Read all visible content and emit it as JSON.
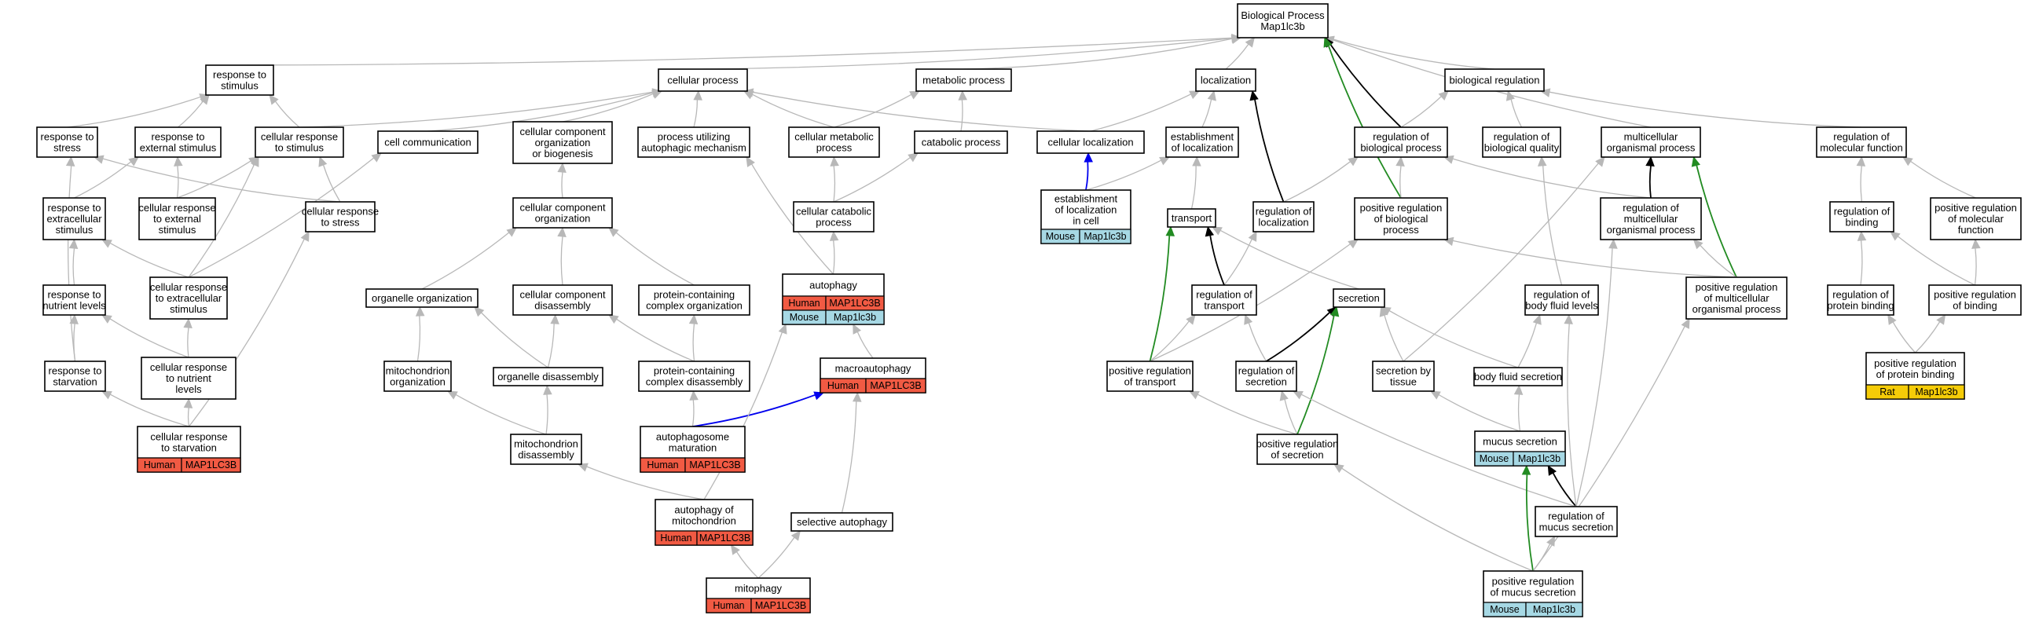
{
  "colors": {
    "edge_default": "#b8b8b8",
    "edge_black": "#000000",
    "edge_green": "#228b22",
    "edge_blue": "#0000ee",
    "human": "#f15a43",
    "mouse": "#a6d8e4",
    "rat": "#f5cc08"
  },
  "nodes": [
    {
      "id": "bp",
      "lines": [
        "Biological Process",
        "Map1lc3b"
      ]
    },
    {
      "id": "rstim",
      "lines": [
        "response to",
        "stimulus"
      ]
    },
    {
      "id": "cproc",
      "lines": [
        "cellular process"
      ]
    },
    {
      "id": "metab",
      "lines": [
        "metabolic process"
      ]
    },
    {
      "id": "loc",
      "lines": [
        "localization"
      ]
    },
    {
      "id": "breg",
      "lines": [
        "biological regulation"
      ]
    },
    {
      "id": "rstress",
      "lines": [
        "response to",
        "stress"
      ]
    },
    {
      "id": "rext",
      "lines": [
        "response to",
        "external stimulus"
      ]
    },
    {
      "id": "crstim",
      "lines": [
        "cellular response",
        "to stimulus"
      ]
    },
    {
      "id": "ccomm",
      "lines": [
        "cell communication"
      ]
    },
    {
      "id": "ccob",
      "lines": [
        "cellular component",
        "organization",
        "or biogenesis"
      ]
    },
    {
      "id": "puam",
      "lines": [
        "process utilizing",
        "autophagic mechanism"
      ]
    },
    {
      "id": "cmetab",
      "lines": [
        "cellular metabolic",
        "process"
      ]
    },
    {
      "id": "catab",
      "lines": [
        "catabolic process"
      ]
    },
    {
      "id": "cloc",
      "lines": [
        "cellular localization"
      ]
    },
    {
      "id": "eloc",
      "lines": [
        "establishment",
        "of localization"
      ]
    },
    {
      "id": "rbp",
      "lines": [
        "regulation of",
        "biological process"
      ]
    },
    {
      "id": "rbq",
      "lines": [
        "regulation of",
        "biological quality"
      ]
    },
    {
      "id": "mop",
      "lines": [
        "multicellular",
        "organismal process"
      ]
    },
    {
      "id": "rmf",
      "lines": [
        "regulation of",
        "molecular function"
      ]
    },
    {
      "id": "rextra",
      "lines": [
        "response to",
        "extracellular",
        "stimulus"
      ]
    },
    {
      "id": "crext",
      "lines": [
        "cellular response",
        "to external",
        "stimulus"
      ]
    },
    {
      "id": "crstress",
      "lines": [
        "cellular response",
        "to stress"
      ]
    },
    {
      "id": "cco",
      "lines": [
        "cellular component",
        "organization"
      ]
    },
    {
      "id": "ccatab",
      "lines": [
        "cellular catabolic",
        "process"
      ]
    },
    {
      "id": "elocc",
      "lines": [
        "establishment",
        "of localization",
        "in cell"
      ],
      "ann": [
        {
          "sp": "Mouse",
          "g": "Map1lc3b"
        }
      ]
    },
    {
      "id": "transport",
      "lines": [
        "transport"
      ]
    },
    {
      "id": "rloc",
      "lines": [
        "regulation of",
        "localization"
      ]
    },
    {
      "id": "prbp",
      "lines": [
        "positive regulation",
        "of biological",
        "process"
      ]
    },
    {
      "id": "rmop",
      "lines": [
        "regulation of",
        "multicellular",
        "organismal process"
      ]
    },
    {
      "id": "rbind",
      "lines": [
        "regulation of",
        "binding"
      ]
    },
    {
      "id": "prmf",
      "lines": [
        "positive regulation",
        "of molecular",
        "function"
      ]
    },
    {
      "id": "rnut",
      "lines": [
        "response to",
        "nutrient levels"
      ]
    },
    {
      "id": "crextra",
      "lines": [
        "cellular response",
        "to extracellular",
        "stimulus"
      ]
    },
    {
      "id": "oorg",
      "lines": [
        "organelle organization"
      ]
    },
    {
      "id": "ccdis",
      "lines": [
        "cellular component",
        "disassembly"
      ]
    },
    {
      "id": "pcco",
      "lines": [
        "protein-containing",
        "complex organization"
      ]
    },
    {
      "id": "autoph",
      "lines": [
        "autophagy"
      ],
      "ann": [
        {
          "sp": "Human",
          "g": "MAP1LC3B"
        },
        {
          "sp": "Mouse",
          "g": "Map1lc3b"
        }
      ]
    },
    {
      "id": "rtrans",
      "lines": [
        "regulation of",
        "transport"
      ]
    },
    {
      "id": "secr",
      "lines": [
        "secretion"
      ]
    },
    {
      "id": "rbfl",
      "lines": [
        "regulation of",
        "body fluid levels"
      ]
    },
    {
      "id": "prmop",
      "lines": [
        "positive regulation",
        "of multicellular",
        "organismal process"
      ]
    },
    {
      "id": "rpb",
      "lines": [
        "regulation of",
        "protein binding"
      ]
    },
    {
      "id": "prbind",
      "lines": [
        "positive regulation",
        "of binding"
      ]
    },
    {
      "id": "rstarv",
      "lines": [
        "response to",
        "starvation"
      ]
    },
    {
      "id": "crnut",
      "lines": [
        "cellular response",
        "to nutrient",
        "levels"
      ]
    },
    {
      "id": "morg",
      "lines": [
        "mitochondrion",
        "organization"
      ]
    },
    {
      "id": "odis",
      "lines": [
        "organelle disassembly"
      ]
    },
    {
      "id": "pcdis",
      "lines": [
        "protein-containing",
        "complex disassembly"
      ]
    },
    {
      "id": "macro",
      "lines": [
        "macroautophagy"
      ],
      "ann": [
        {
          "sp": "Human",
          "g": "MAP1LC3B"
        }
      ]
    },
    {
      "id": "prtrans",
      "lines": [
        "positive regulation",
        "of transport"
      ]
    },
    {
      "id": "rsecr",
      "lines": [
        "regulation of",
        "secretion"
      ]
    },
    {
      "id": "sbt",
      "lines": [
        "secretion by",
        "tissue"
      ]
    },
    {
      "id": "bfs",
      "lines": [
        "body fluid secretion"
      ]
    },
    {
      "id": "prpb",
      "lines": [
        "positive regulation",
        "of protein binding"
      ],
      "ann": [
        {
          "sp": "Rat",
          "g": "Map1lc3b"
        }
      ]
    },
    {
      "id": "crstarv",
      "lines": [
        "cellular response",
        "to starvation"
      ],
      "ann": [
        {
          "sp": "Human",
          "g": "MAP1LC3B"
        }
      ]
    },
    {
      "id": "mdis",
      "lines": [
        "mitochondrion",
        "disassembly"
      ]
    },
    {
      "id": "apm",
      "lines": [
        "autophagosome",
        "maturation"
      ],
      "ann": [
        {
          "sp": "Human",
          "g": "MAP1LC3B"
        }
      ]
    },
    {
      "id": "prsecr",
      "lines": [
        "positive regulation",
        "of secretion"
      ]
    },
    {
      "id": "mucsec",
      "lines": [
        "mucus secretion"
      ],
      "ann": [
        {
          "sp": "Mouse",
          "g": "Map1lc3b"
        }
      ]
    },
    {
      "id": "rmucsec",
      "lines": [
        "regulation of",
        "mucus secretion"
      ]
    },
    {
      "id": "aom",
      "lines": [
        "autophagy of",
        "mitochondrion"
      ],
      "ann": [
        {
          "sp": "Human",
          "g": "MAP1LC3B"
        }
      ]
    },
    {
      "id": "selaut",
      "lines": [
        "selective autophagy"
      ]
    },
    {
      "id": "mitoph",
      "lines": [
        "mitophagy"
      ],
      "ann": [
        {
          "sp": "Human",
          "g": "MAP1LC3B"
        }
      ]
    },
    {
      "id": "prmucsec",
      "lines": [
        "positive regulation",
        "of mucus secretion"
      ],
      "ann": [
        {
          "sp": "Mouse",
          "g": "Map1lc3b"
        }
      ]
    }
  ],
  "edges": [
    {
      "from": "rstim",
      "to": "bp",
      "kind": "default"
    },
    {
      "from": "cproc",
      "to": "bp",
      "kind": "default"
    },
    {
      "from": "metab",
      "to": "bp",
      "kind": "default"
    },
    {
      "from": "loc",
      "to": "bp",
      "kind": "default"
    },
    {
      "from": "breg",
      "to": "bp",
      "kind": "default"
    },
    {
      "from": "mop",
      "to": "bp",
      "kind": "default"
    },
    {
      "from": "rbp",
      "to": "bp",
      "kind": "black"
    },
    {
      "from": "prbp",
      "to": "bp",
      "kind": "green"
    },
    {
      "from": "rstress",
      "to": "rstim",
      "kind": "default"
    },
    {
      "from": "rext",
      "to": "rstim",
      "kind": "default"
    },
    {
      "from": "crstim",
      "to": "rstim",
      "kind": "default"
    },
    {
      "from": "crstim",
      "to": "cproc",
      "kind": "default"
    },
    {
      "from": "ccomm",
      "to": "cproc",
      "kind": "default"
    },
    {
      "from": "ccob",
      "to": "cproc",
      "kind": "default"
    },
    {
      "from": "puam",
      "to": "cproc",
      "kind": "default"
    },
    {
      "from": "cmetab",
      "to": "cproc",
      "kind": "default"
    },
    {
      "from": "cloc",
      "to": "cproc",
      "kind": "default"
    },
    {
      "from": "cmetab",
      "to": "metab",
      "kind": "default"
    },
    {
      "from": "catab",
      "to": "metab",
      "kind": "default"
    },
    {
      "from": "cloc",
      "to": "loc",
      "kind": "default"
    },
    {
      "from": "eloc",
      "to": "loc",
      "kind": "default"
    },
    {
      "from": "rloc",
      "to": "loc",
      "kind": "black"
    },
    {
      "from": "rbp",
      "to": "breg",
      "kind": "default"
    },
    {
      "from": "rbq",
      "to": "breg",
      "kind": "default"
    },
    {
      "from": "rmf",
      "to": "breg",
      "kind": "default"
    },
    {
      "from": "rextra",
      "to": "rext",
      "kind": "default"
    },
    {
      "from": "crext",
      "to": "rext",
      "kind": "default"
    },
    {
      "from": "crext",
      "to": "crstim",
      "kind": "default"
    },
    {
      "from": "crstress",
      "to": "crstim",
      "kind": "default"
    },
    {
      "from": "crstress",
      "to": "rstress",
      "kind": "default"
    },
    {
      "from": "crextra",
      "to": "crstim",
      "kind": "default"
    },
    {
      "from": "cco",
      "to": "ccob",
      "kind": "default"
    },
    {
      "from": "autoph",
      "to": "puam",
      "kind": "default"
    },
    {
      "from": "ccatab",
      "to": "cmetab",
      "kind": "default"
    },
    {
      "from": "ccatab",
      "to": "catab",
      "kind": "default"
    },
    {
      "from": "elocc",
      "to": "cloc",
      "kind": "blue"
    },
    {
      "from": "elocc",
      "to": "eloc",
      "kind": "default"
    },
    {
      "from": "transport",
      "to": "eloc",
      "kind": "default"
    },
    {
      "from": "rloc",
      "to": "rbp",
      "kind": "default"
    },
    {
      "from": "prbp",
      "to": "rbp",
      "kind": "default"
    },
    {
      "from": "rmop",
      "to": "rbp",
      "kind": "default"
    },
    {
      "from": "rmop",
      "to": "mop",
      "kind": "black"
    },
    {
      "from": "prmop",
      "to": "mop",
      "kind": "green"
    },
    {
      "from": "sbt",
      "to": "mop",
      "kind": "default"
    },
    {
      "from": "rbind",
      "to": "rmf",
      "kind": "default"
    },
    {
      "from": "prmf",
      "to": "rmf",
      "kind": "default"
    },
    {
      "from": "crextra",
      "to": "rextra",
      "kind": "default"
    },
    {
      "from": "rnut",
      "to": "rextra",
      "kind": "default"
    },
    {
      "from": "crnut",
      "to": "rnut",
      "kind": "default"
    },
    {
      "from": "crnut",
      "to": "crextra",
      "kind": "default"
    },
    {
      "from": "rstarv",
      "to": "rnut",
      "kind": "default"
    },
    {
      "from": "rstarv",
      "to": "rstress",
      "kind": "default"
    },
    {
      "from": "crextra",
      "to": "ccomm",
      "kind": "default"
    },
    {
      "from": "oorg",
      "to": "cco",
      "kind": "default"
    },
    {
      "from": "ccdis",
      "to": "cco",
      "kind": "default"
    },
    {
      "from": "pcco",
      "to": "cco",
      "kind": "default"
    },
    {
      "from": "autoph",
      "to": "ccatab",
      "kind": "default"
    },
    {
      "from": "rtrans",
      "to": "rloc",
      "kind": "default"
    },
    {
      "from": "rtrans",
      "to": "transport",
      "kind": "black"
    },
    {
      "from": "secr",
      "to": "transport",
      "kind": "default"
    },
    {
      "from": "rbfl",
      "to": "rbq",
      "kind": "default"
    },
    {
      "from": "prmop",
      "to": "rmop",
      "kind": "default"
    },
    {
      "from": "prmop",
      "to": "prbp",
      "kind": "default"
    },
    {
      "from": "rpb",
      "to": "rbind",
      "kind": "default"
    },
    {
      "from": "prbind",
      "to": "rbind",
      "kind": "default"
    },
    {
      "from": "prbind",
      "to": "prmf",
      "kind": "default"
    },
    {
      "from": "prpb",
      "to": "rpb",
      "kind": "default"
    },
    {
      "from": "prpb",
      "to": "prbind",
      "kind": "default"
    },
    {
      "from": "crstarv",
      "to": "rstarv",
      "kind": "default"
    },
    {
      "from": "crstarv",
      "to": "crnut",
      "kind": "default"
    },
    {
      "from": "crstarv",
      "to": "crstress",
      "kind": "default"
    },
    {
      "from": "morg",
      "to": "oorg",
      "kind": "default"
    },
    {
      "from": "odis",
      "to": "oorg",
      "kind": "default"
    },
    {
      "from": "odis",
      "to": "ccdis",
      "kind": "default"
    },
    {
      "from": "pcdis",
      "to": "ccdis",
      "kind": "default"
    },
    {
      "from": "pcdis",
      "to": "pcco",
      "kind": "default"
    },
    {
      "from": "macro",
      "to": "autoph",
      "kind": "default"
    },
    {
      "from": "prtrans",
      "to": "rtrans",
      "kind": "default"
    },
    {
      "from": "prtrans",
      "to": "transport",
      "kind": "green"
    },
    {
      "from": "prtrans",
      "to": "prbp",
      "kind": "default"
    },
    {
      "from": "rsecr",
      "to": "rtrans",
      "kind": "default"
    },
    {
      "from": "rsecr",
      "to": "secr",
      "kind": "black"
    },
    {
      "from": "sbt",
      "to": "secr",
      "kind": "default"
    },
    {
      "from": "bfs",
      "to": "secr",
      "kind": "default"
    },
    {
      "from": "bfs",
      "to": "rbfl",
      "kind": "default"
    },
    {
      "from": "mdis",
      "to": "morg",
      "kind": "default"
    },
    {
      "from": "mdis",
      "to": "odis",
      "kind": "default"
    },
    {
      "from": "apm",
      "to": "pcdis",
      "kind": "default"
    },
    {
      "from": "apm",
      "to": "macro",
      "kind": "blue"
    },
    {
      "from": "prsecr",
      "to": "rsecr",
      "kind": "default"
    },
    {
      "from": "prsecr",
      "to": "prtrans",
      "kind": "default"
    },
    {
      "from": "prsecr",
      "to": "secr",
      "kind": "green"
    },
    {
      "from": "mucsec",
      "to": "sbt",
      "kind": "default"
    },
    {
      "from": "mucsec",
      "to": "bfs",
      "kind": "default"
    },
    {
      "from": "rmucsec",
      "to": "mucsec",
      "kind": "black"
    },
    {
      "from": "rmucsec",
      "to": "rsecr",
      "kind": "default"
    },
    {
      "from": "rmucsec",
      "to": "rmop",
      "kind": "default"
    },
    {
      "from": "rmucsec",
      "to": "rbfl",
      "kind": "default"
    },
    {
      "from": "aom",
      "to": "mdis",
      "kind": "default"
    },
    {
      "from": "aom",
      "to": "autoph",
      "kind": "default"
    },
    {
      "from": "selaut",
      "to": "macro",
      "kind": "default"
    },
    {
      "from": "mitoph",
      "to": "aom",
      "kind": "default"
    },
    {
      "from": "mitoph",
      "to": "selaut",
      "kind": "default"
    },
    {
      "from": "prmucsec",
      "to": "rmucsec",
      "kind": "default"
    },
    {
      "from": "prmucsec",
      "to": "mucsec",
      "kind": "green"
    },
    {
      "from": "prmucsec",
      "to": "prsecr",
      "kind": "default"
    },
    {
      "from": "prmucsec",
      "to": "prmop",
      "kind": "default"
    }
  ]
}
